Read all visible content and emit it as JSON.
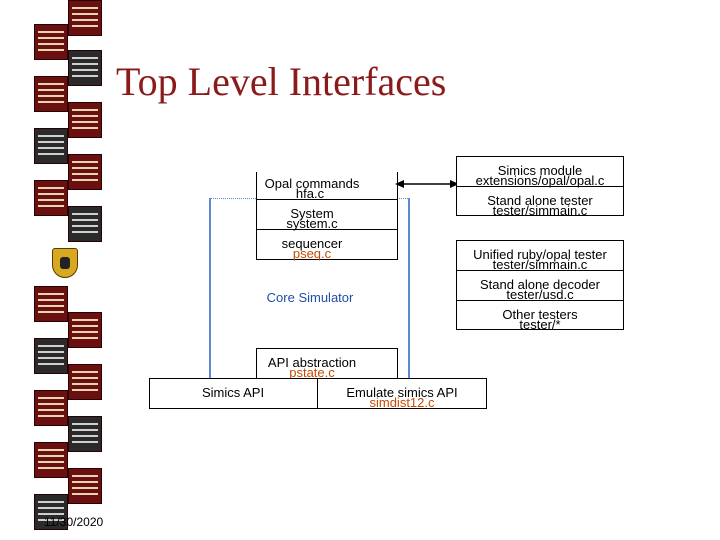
{
  "slide": {
    "title": "Top Level Interfaces",
    "date": "11/30/2020"
  },
  "core": {
    "opal_commands": "Opal commands",
    "opal_commands_file": "hfa.c",
    "system": "System",
    "system_file": "system.c",
    "sequencer": "sequencer",
    "sequencer_file": "pseq.c",
    "core_simulator": "Core Simulator",
    "api_abstraction": "API abstraction",
    "api_abstraction_file": "pstate.c"
  },
  "apis": {
    "simics_api": "Simics API",
    "emulate": "Emulate simics API",
    "emulate_file": "simdist12.c"
  },
  "right_top": {
    "module": "Simics module",
    "module_file": "extensions/opal/opal.c",
    "tester": "Stand alone tester",
    "tester_file": "tester/simmain.c"
  },
  "right_bottom": {
    "unified": "Unified ruby/opal tester",
    "unified_file": "tester/simmain.c",
    "decoder": "Stand alone decoder",
    "decoder_file": "tester/usd.c",
    "other": "Other testers",
    "other_file": "tester/*"
  },
  "colors": {
    "title": "#8b1a1a",
    "core_simulator": "#1f4ea8",
    "file_highlight": "#c84a00",
    "frame_line": "#5b8ad0"
  },
  "icons": [
    "book-spine-icon",
    "crest-icon",
    "double-arrow-icon"
  ]
}
